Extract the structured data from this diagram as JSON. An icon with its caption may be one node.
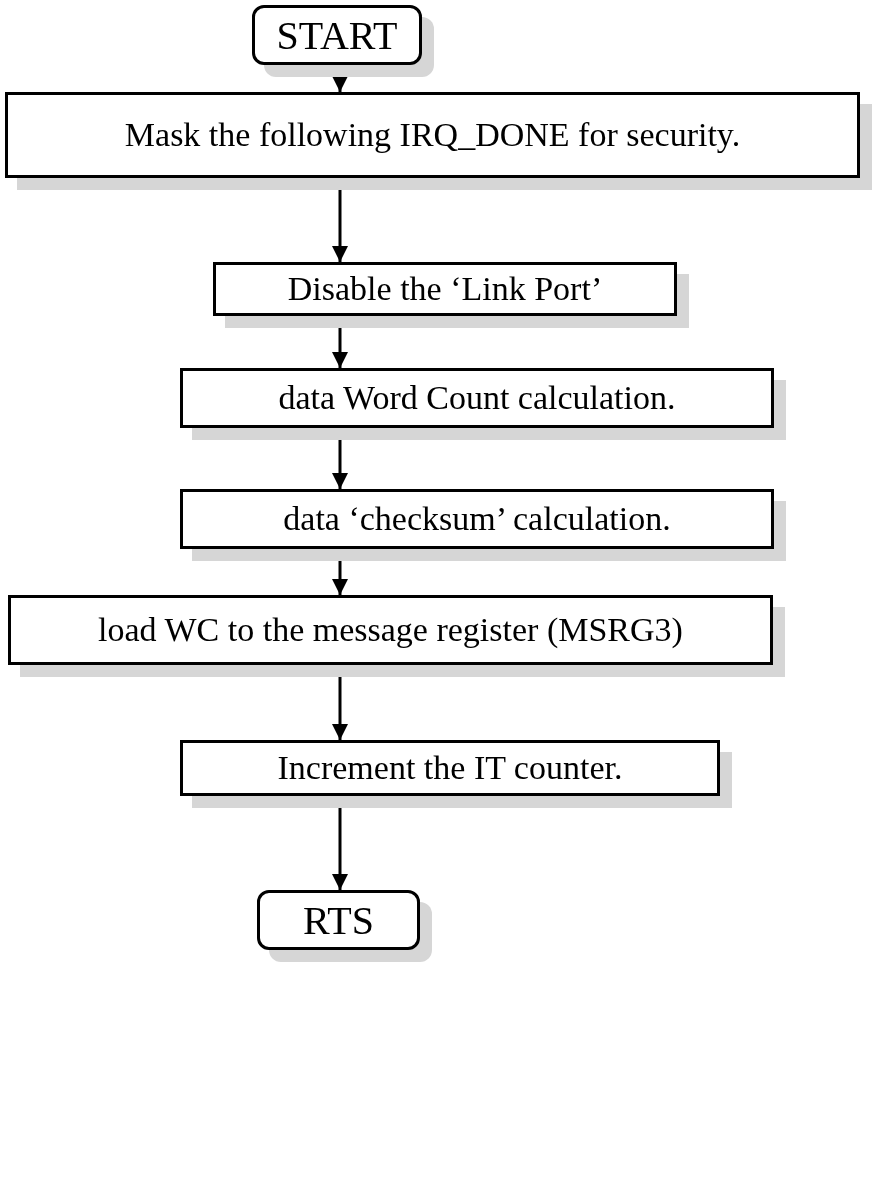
{
  "diagram": {
    "nodes": [
      {
        "text": [
          "START"
        ]
      },
      {
        "text": [
          "Mask the following IRQ_DONE for security."
        ]
      },
      {
        "text": [
          "Disable the ‘Link Port’"
        ]
      },
      {
        "text": [
          "data Word Count calculation."
        ]
      },
      {
        "text": [
          "data ‘checksum’ calculation."
        ]
      },
      {
        "text": [
          "load WC to the message register (MSRG3)"
        ]
      },
      {
        "text": [
          "Increment the IT counter."
        ]
      },
      {
        "text": [
          "RTS"
        ]
      }
    ],
    "edges": [
      {
        "from": 0,
        "to": 1,
        "arrow": "to"
      },
      {
        "from": 1,
        "to": 2,
        "arrow": "to"
      },
      {
        "from": 2,
        "to": 3,
        "arrow": "to"
      },
      {
        "from": 3,
        "to": 4,
        "arrow": "to"
      },
      {
        "from": 4,
        "to": 5,
        "arrow": "to"
      },
      {
        "from": 5,
        "to": 6,
        "arrow": "to"
      },
      {
        "from": 6,
        "to": 7,
        "arrow": "to"
      }
    ]
  }
}
